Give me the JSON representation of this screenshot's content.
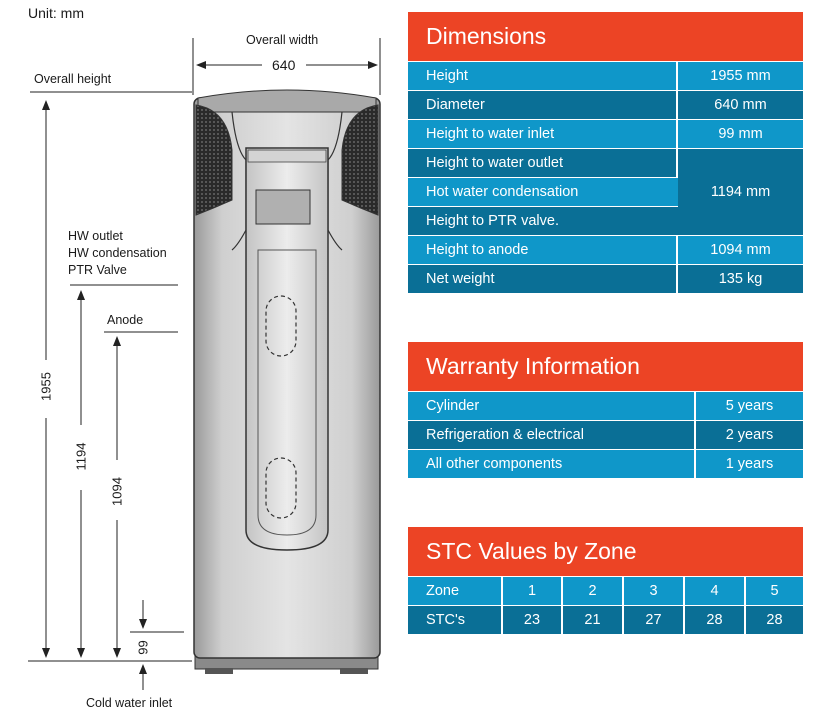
{
  "diagram": {
    "unit": "Unit: mm",
    "overall_width_label": "Overall width",
    "overall_width_value": "640",
    "overall_height_label": "Overall height",
    "outlets_label_line1": "HW outlet",
    "outlets_label_line2": "HW condensation",
    "outlets_label_line3": "PTR Valve",
    "anode_label": "Anode",
    "cold_inlet_label": "Cold water inlet",
    "height_value": "1955",
    "outlet_value": "1194",
    "anode_value": "1094",
    "inlet_value": "99"
  },
  "dimensions": {
    "title": "Dimensions",
    "rows": [
      {
        "label": "Height",
        "value": "1955 mm"
      },
      {
        "label": "Diameter",
        "value": "640 mm"
      },
      {
        "label": "Height to water inlet",
        "value": "99 mm"
      },
      {
        "label": "Height to water outlet",
        "value": "1194 mm"
      },
      {
        "label": "Hot water condensation",
        "value": "1194 mm"
      },
      {
        "label": "Height to PTR valve.",
        "value": "1194 mm"
      },
      {
        "label": "Height to anode",
        "value": "1094 mm"
      },
      {
        "label": "Net weight",
        "value": "135 kg"
      }
    ]
  },
  "warranty": {
    "title": "Warranty Information",
    "rows": [
      {
        "label": "Cylinder",
        "value": "5 years"
      },
      {
        "label": "Refrigeration & electrical",
        "value": "2 years"
      },
      {
        "label": "All other components",
        "value": "1 years"
      }
    ]
  },
  "stc": {
    "title": "STC Values by Zone",
    "zone_label": "Zone",
    "stc_label": "STC's",
    "zones": [
      "1",
      "2",
      "3",
      "4",
      "5"
    ],
    "values": [
      "23",
      "21",
      "27",
      "28",
      "28"
    ]
  },
  "colors": {
    "header_red": "#ec4425",
    "row_light_blue": "#0f97c9",
    "row_dark_blue": "#0a6f96"
  }
}
